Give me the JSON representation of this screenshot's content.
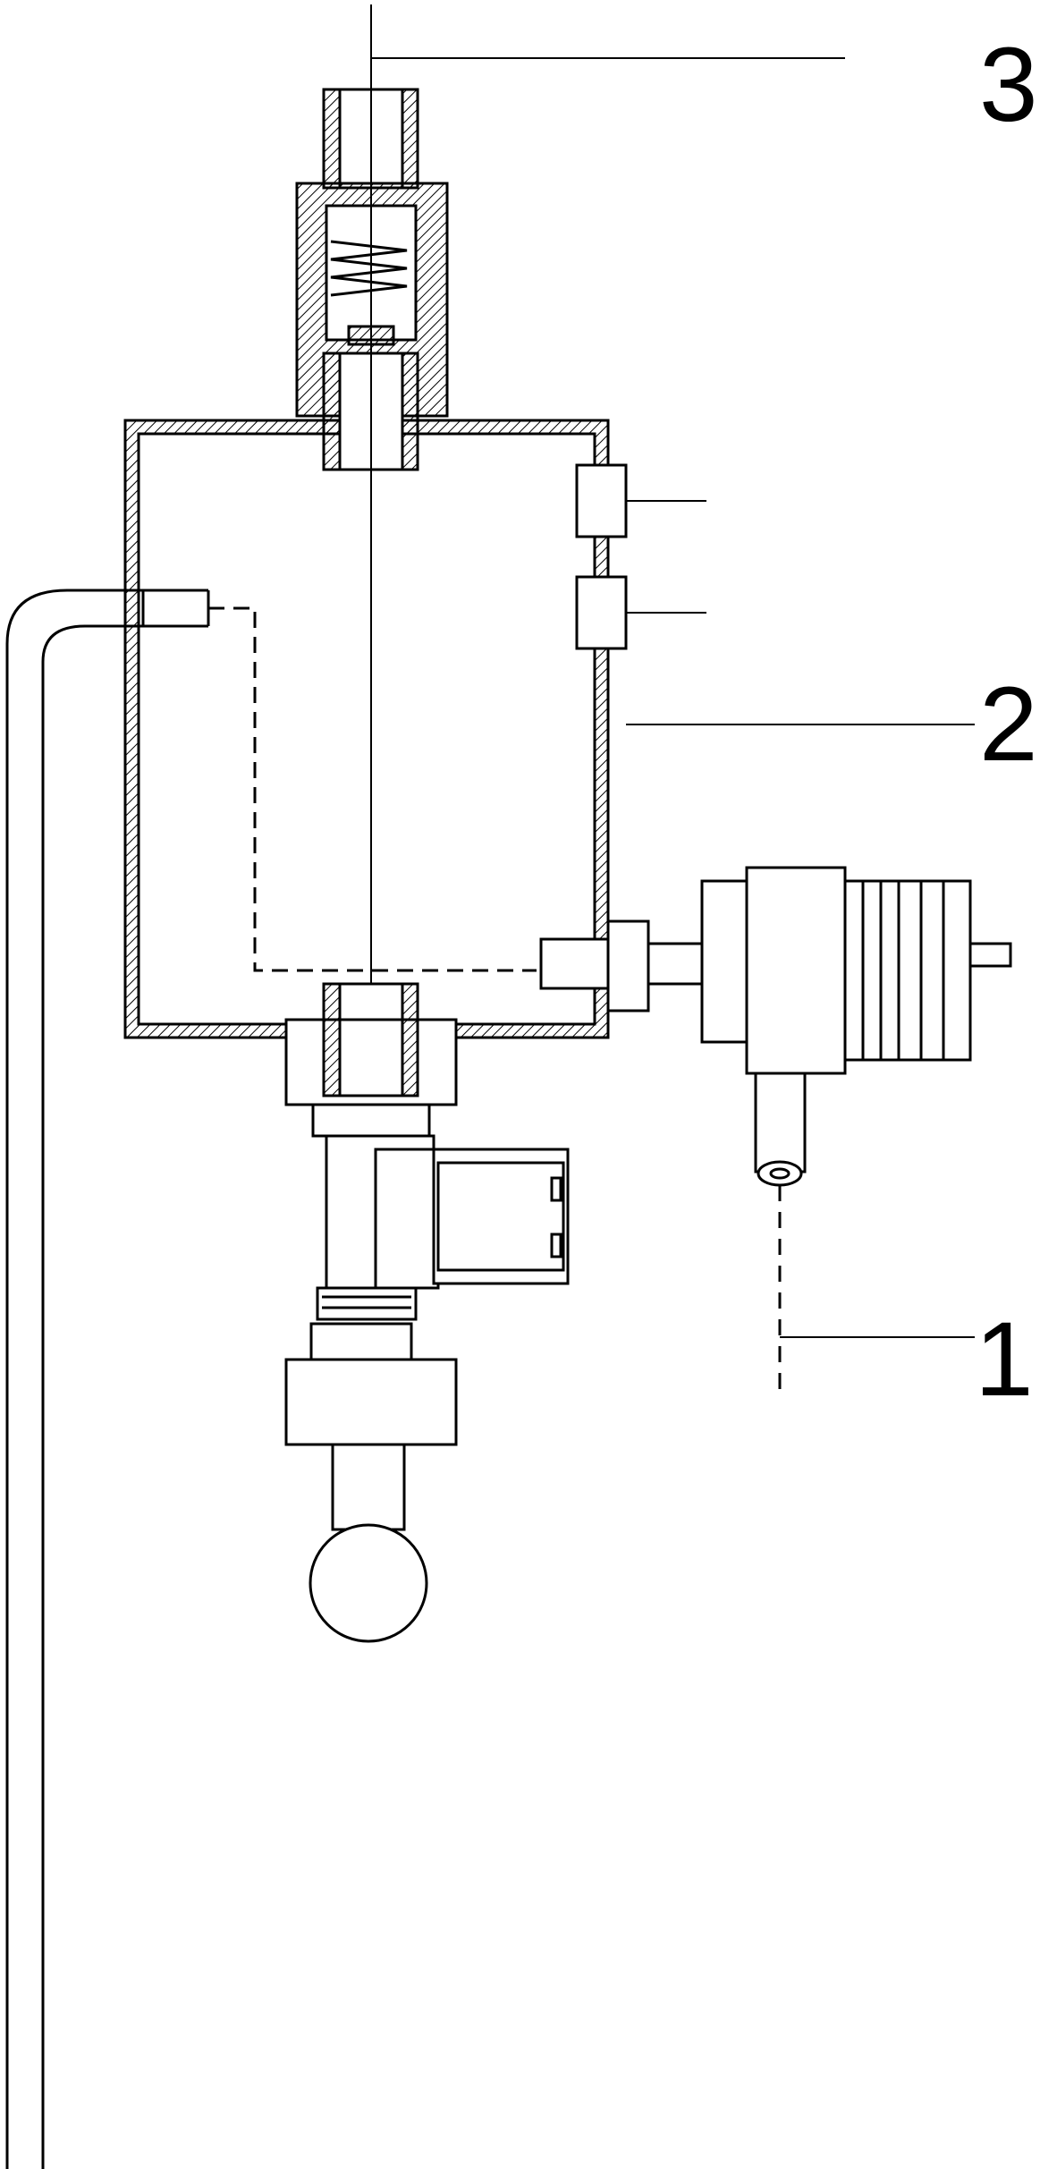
{
  "labels": {
    "part_1": "1",
    "part_2": "2",
    "part_3": "3"
  },
  "colors": {
    "line": "#000000",
    "background": "#ffffff"
  }
}
